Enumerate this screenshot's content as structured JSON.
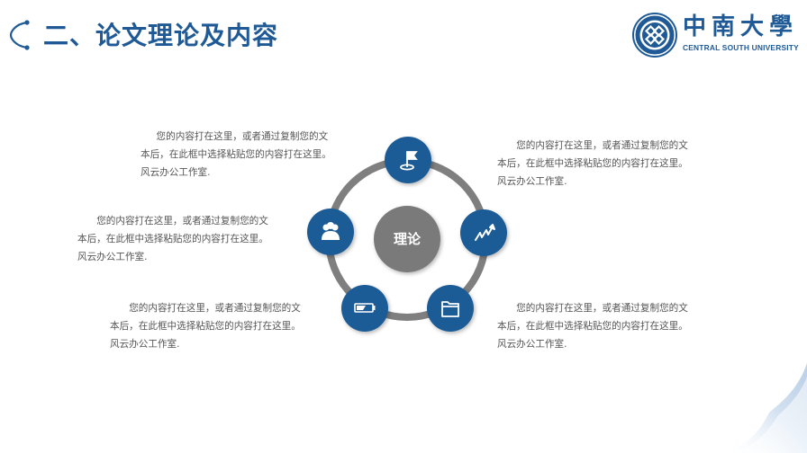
{
  "header": {
    "title": "二、论文理论及内容",
    "accent_color": "#1f5a96"
  },
  "logo": {
    "name_cn": "中南大學",
    "name_en": "CENTRAL SOUTH UNIVERSITY"
  },
  "diagram": {
    "center_label": "理论",
    "center_color": "#7a7a7a",
    "ring_color": "#7f7f7f",
    "node_color": "#1e5b96",
    "nodes": [
      {
        "position": "top",
        "icon": "flag-icon"
      },
      {
        "position": "right",
        "icon": "trend-chart-icon"
      },
      {
        "position": "bottom-right",
        "icon": "folder-icon"
      },
      {
        "position": "bottom-left",
        "icon": "battery-icon"
      },
      {
        "position": "left",
        "icon": "users-icon"
      }
    ]
  },
  "text_blocks": {
    "top_left": {
      "line1": "您的内容打在这里，或者通过复制您的文",
      "line2": "本后，在此框中选择粘贴您的内容打在这里。",
      "line3": "风云办公工作室."
    },
    "top_right": {
      "line1": "您的内容打在这里，或者通过复制您的文",
      "line2": "本后，在此框中选择粘贴您的内容打在这里。",
      "line3": "风云办公工作室."
    },
    "middle_left": {
      "line1": "您的内容打在这里，或者通过复制您的文",
      "line2": "本后，在此框中选择粘贴您的内容打在这里。",
      "line3": "风云办公工作室."
    },
    "bottom_left": {
      "line1": "您的内容打在这里，或者通过复制您的文",
      "line2": "本后，在此框中选择粘贴您的内容打在这里。",
      "line3": "风云办公工作室."
    },
    "bottom_right": {
      "line1": "您的内容打在这里，或者通过复制您的文",
      "line2": "本后，在此框中选择粘贴您的内容打在这里。",
      "line3": "风云办公工作室."
    }
  }
}
